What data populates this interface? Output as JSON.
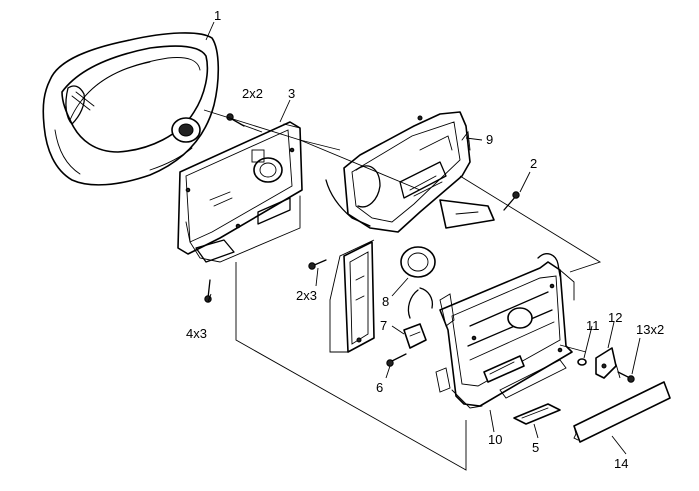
{
  "labels": {
    "p1": "1",
    "p2a": "2x2",
    "p3": "3",
    "p9": "9",
    "p2b": "2",
    "p2x3": "2x3",
    "p8": "8",
    "p7": "7",
    "p6": "6",
    "p4x3": "4x3",
    "p11": "11",
    "p12": "12",
    "p13x2": "13x2",
    "p10": "10",
    "p5": "5",
    "p14": "14"
  }
}
